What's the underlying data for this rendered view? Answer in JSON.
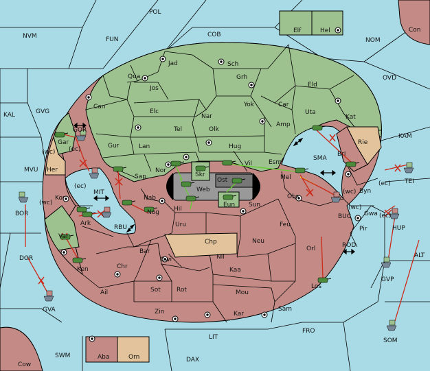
{
  "map": {
    "colors": {
      "sea": "#a9dbe6",
      "green": "#9ec28f",
      "red": "#c48b86",
      "tan": "#e3c39b",
      "grey": "#999999",
      "dark_grey": "#777777",
      "border": "#000000",
      "move_green": "#66cc33",
      "move_red": "#cc2a1a",
      "move_yellow": "#ffee00"
    },
    "sea_labels": {
      "POL": "POL",
      "NVM": "NVM",
      "FUN": "FUN",
      "COB": "COB",
      "NOM": "NOM",
      "Con": "Con",
      "OVD": "OVD",
      "KAL": "KAL",
      "GVG": "GVG",
      "KAM": "KAM",
      "MVU": "MVU",
      "GOR": "GOR",
      "SMA": "SMA",
      "MIT": "MIT",
      "TEI": "TEI",
      "BOR": "BOR",
      "RBU": "RBU",
      "BUC": "BUC",
      "HUP": "HUP",
      "DOR": "DOR",
      "ROD": "ROD",
      "ALT": "ALT",
      "GVP": "GVP",
      "GVA": "GVA",
      "FRO": "FRO",
      "SOM": "SOM",
      "LIT": "LIT",
      "SWM": "SWM",
      "DAX": "DAX",
      "Cow": "Cow",
      "wc1": "(wc)",
      "ec1": "(ec)",
      "wc2": "(wc)",
      "ec2": "(ec)",
      "wc3": "(wc)",
      "ec3": "(ec)",
      "wc4": "(wc)",
      "ec4": "(ec)"
    },
    "green_labels": {
      "Elf": "Elf",
      "Hel": "Hel",
      "Jad": "Jad",
      "Sch": "Sch",
      "Qua": "Qua",
      "Jos": "Jos",
      "Grh": "Grh",
      "Eld": "Eld",
      "Can": "Can",
      "Yok": "Yok",
      "Car": "Car",
      "Uta": "Uta",
      "Nar": "Nar",
      "Elc": "Elc",
      "Tel": "Tel",
      "Olk": "Olk",
      "Amp": "Amp",
      "Kat": "Kat",
      "Gar": "Gar",
      "Gur": "Gur",
      "Lan": "Lan",
      "Hug": "Hug",
      "Nor": "Nor",
      "Skr": "Skr",
      "Vil": "Vil",
      "Esm": "Esm",
      "Sap": "Sap",
      "Mel": "Mel",
      "Var": "Var"
    },
    "red_labels": {
      "Bri": "Bri",
      "Kor": "Kor",
      "Web": "Web",
      "Ost": "Ost",
      "Nab": "Nab",
      "Eun": "Eun",
      "Obs": "Obs",
      "Byn": "Byn",
      "Hil": "Hil",
      "Sun": "Sun",
      "Ark": "Ark",
      "Nog": "Nog",
      "Gwa": "Gwa",
      "Uru": "Uru",
      "Feu": "Feu",
      "Pir": "Pir",
      "Neu": "Neu",
      "Bar": "Bar",
      "Qwi": "Qwi",
      "Orl": "Orl",
      "Ken": "Ken",
      "Nil": "Nil",
      "Chr": "Chr",
      "Kaa": "Kaa",
      "Los": "Los",
      "Ail": "Ail",
      "Sot": "Sot",
      "Rot": "Rot",
      "Mou": "Mou",
      "Zin": "Zin",
      "Kar": "Kar",
      "Sam": "Sam",
      "Aba": "Aba"
    },
    "tan_labels": {
      "Her": "Her",
      "Rie": "Rie",
      "Chp": "Chp",
      "Orn": "Orn"
    }
  }
}
